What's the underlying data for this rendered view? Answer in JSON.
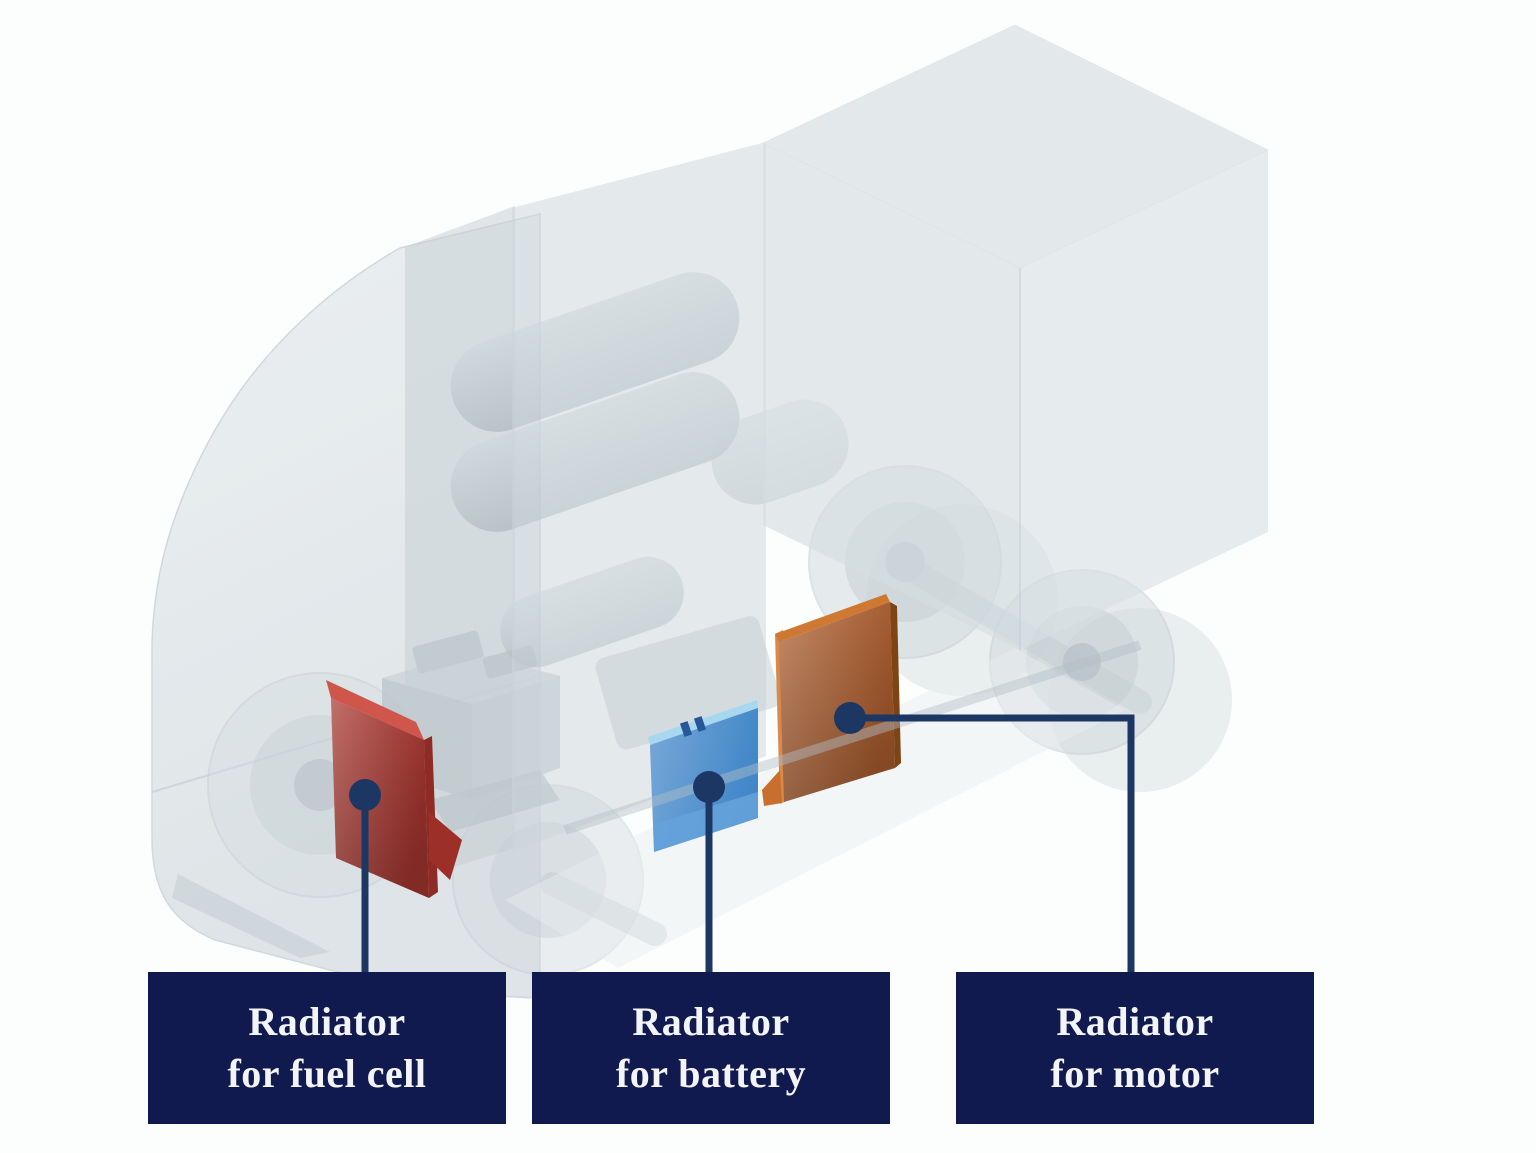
{
  "diagram": {
    "description": "Translucent 3D cutaway of a fuel cell truck with three highlighted radiators",
    "labels": [
      {
        "id": "fuel-cell",
        "line1": "Radiator",
        "line2": "for fuel cell"
      },
      {
        "id": "battery",
        "line1": "Radiator",
        "line2": "for battery"
      },
      {
        "id": "motor",
        "line1": "Radiator",
        "line2": "for motor"
      }
    ]
  },
  "colors": {
    "background": "#fcfdfd",
    "label_bg": "#111a4e",
    "label_text": "#f3f4f8",
    "connector": "#1d3764",
    "radiator_fuel_cell": "#ab3730",
    "radiator_battery": "#4287c8",
    "radiator_motor": "#b06030",
    "truck_body": "#d9e1e5"
  }
}
